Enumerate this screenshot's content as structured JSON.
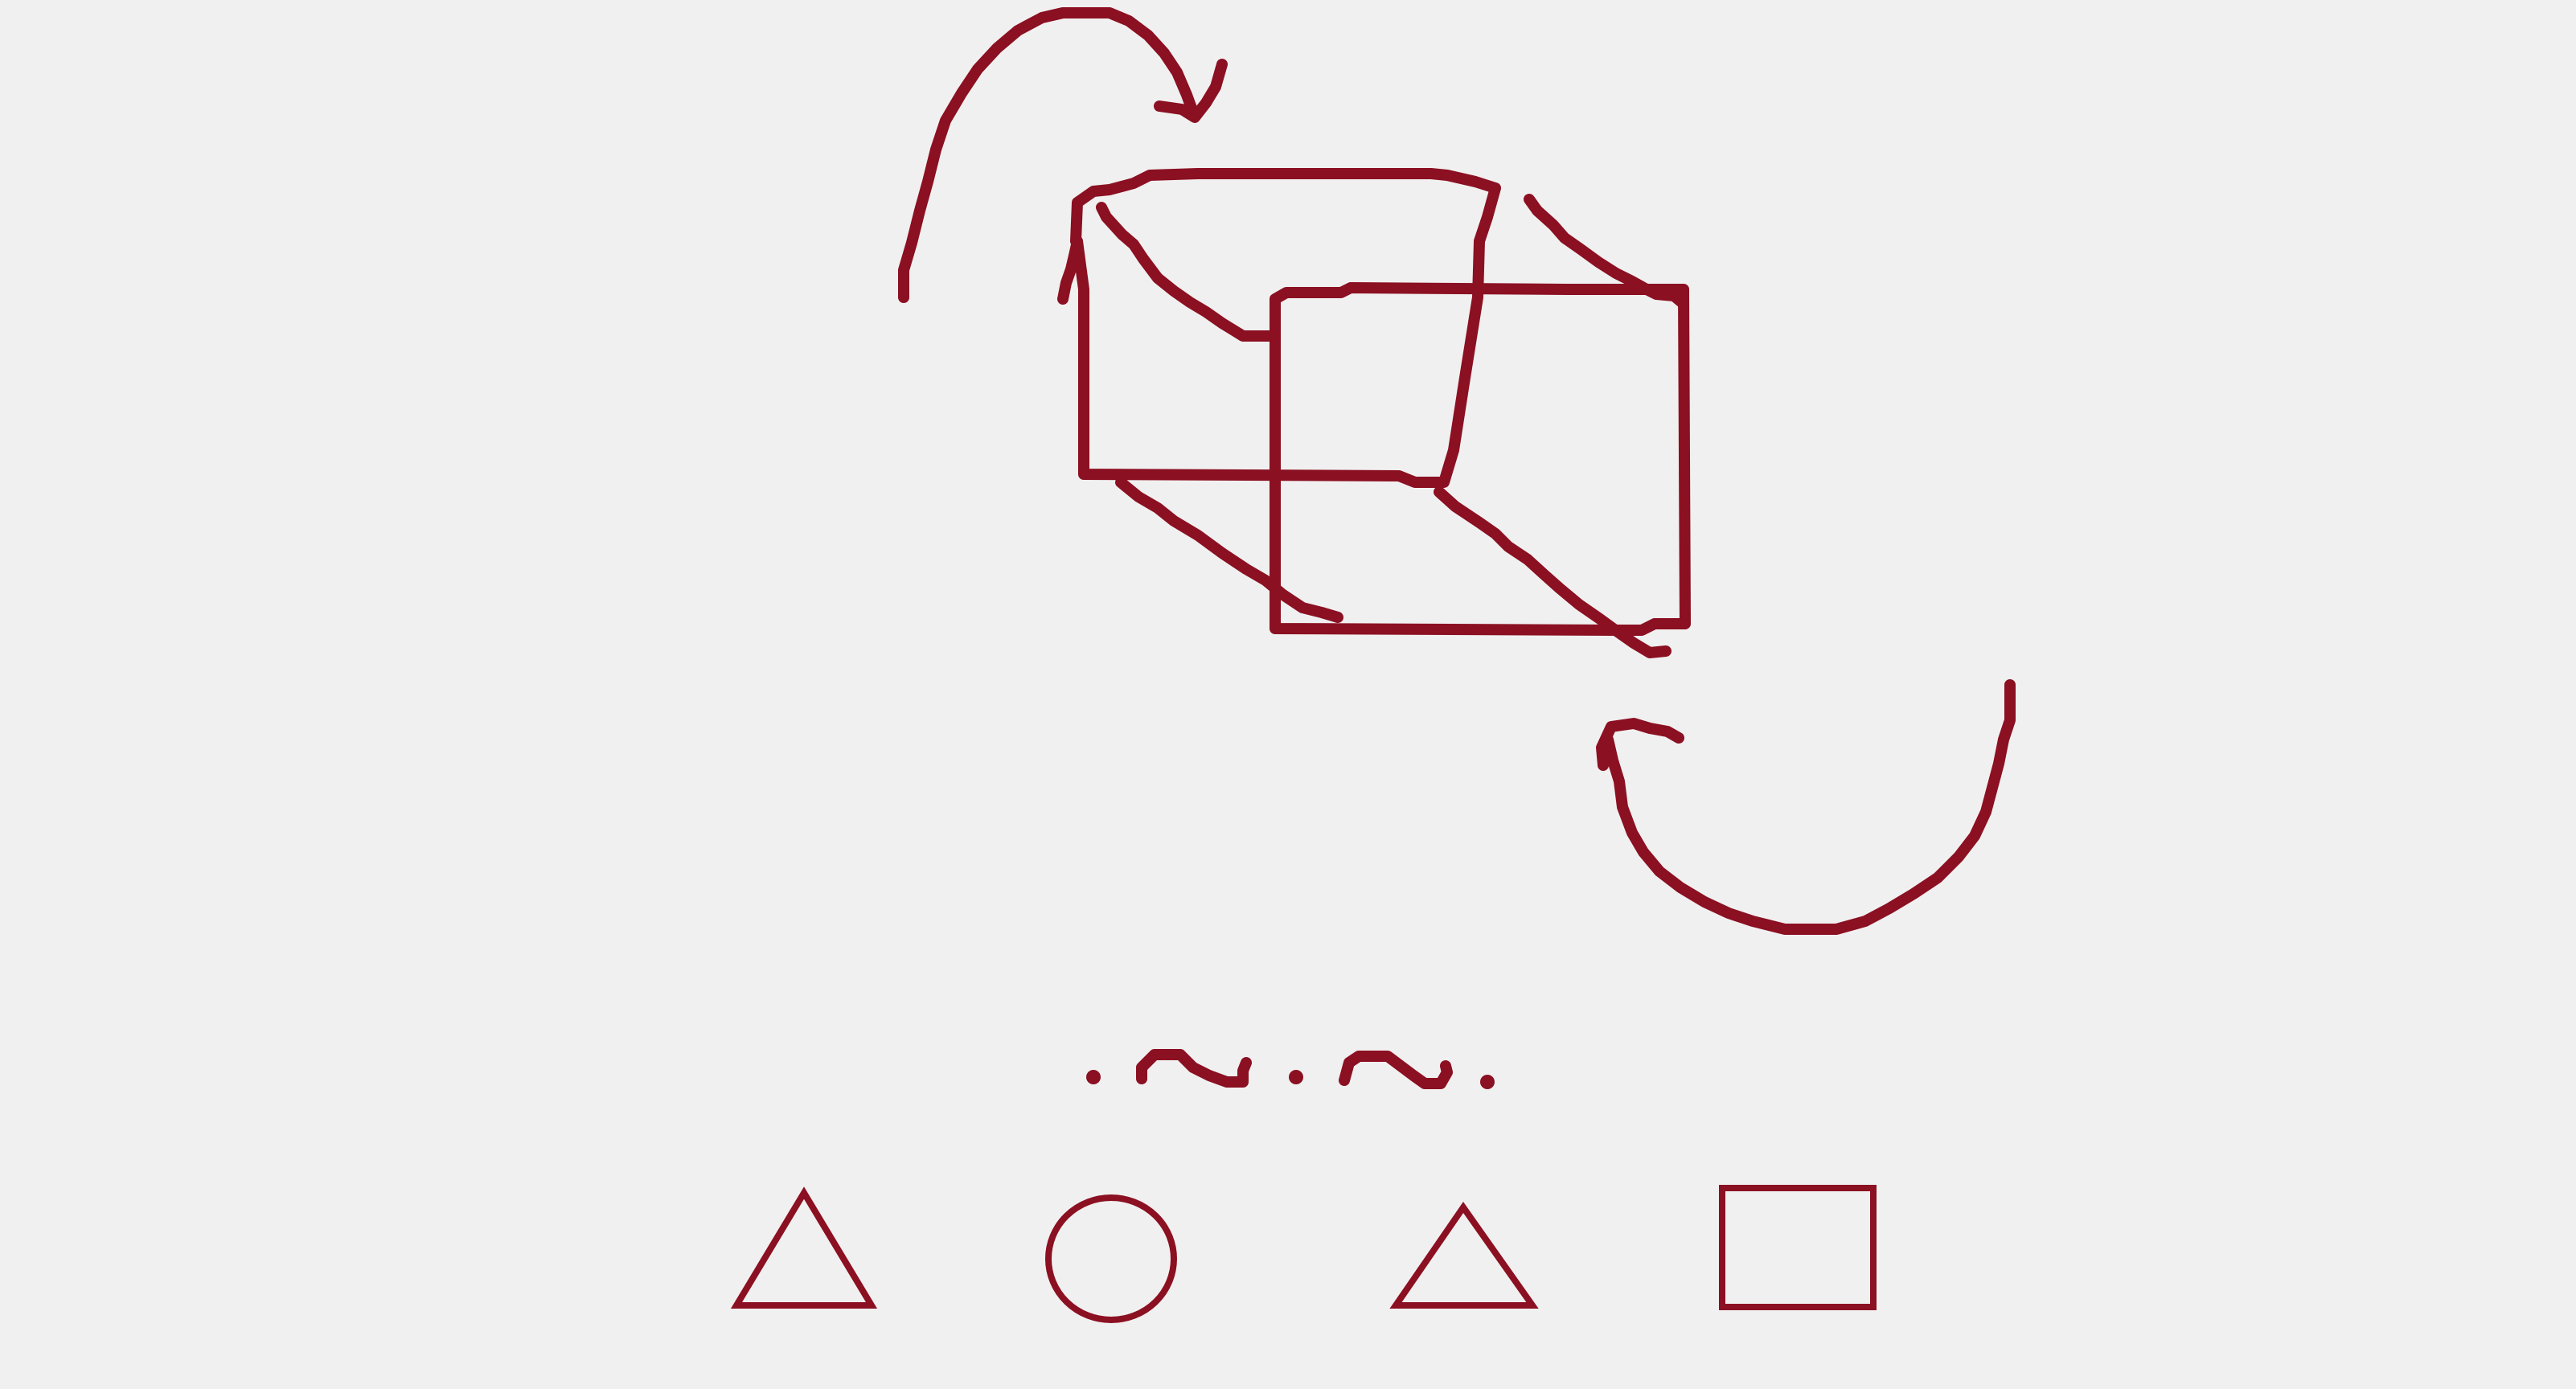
{
  "diagram": {
    "ink_color": "#8b1022",
    "background_color": "#f1f0f0",
    "elements": [
      {
        "name": "wireframe-cube",
        "kind": "sketch"
      },
      {
        "name": "rotation-arrow-top-left",
        "kind": "sketch"
      },
      {
        "name": "rotation-arrow-bottom-right",
        "kind": "sketch"
      },
      {
        "name": "wavy-dot-separator",
        "kind": "sketch"
      },
      {
        "name": "triangle-shape-left",
        "kind": "outline"
      },
      {
        "name": "circle-shape",
        "kind": "outline"
      },
      {
        "name": "triangle-shape-right",
        "kind": "outline"
      },
      {
        "name": "square-shape",
        "kind": "outline"
      }
    ]
  }
}
